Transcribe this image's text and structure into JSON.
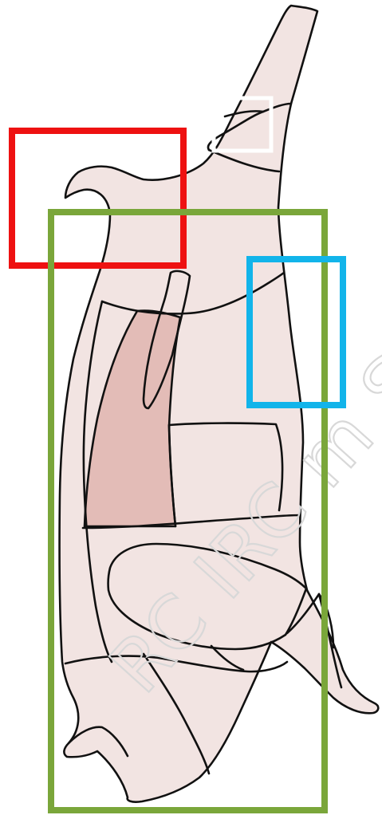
{
  "watermark": {
    "text": "RC IRC m Swin"
  },
  "colors": {
    "carcass_fill": "#f2e4e2",
    "highlight_fill": "#e3bcb7",
    "outline": "#111111",
    "watermark": "#d8d8d8",
    "box_red": "#ee1111",
    "box_green": "#7aa63a",
    "box_blue": "#12b4ea",
    "box_white": "#ffffff"
  },
  "boxes": [
    {
      "id": "red",
      "label": "red-box"
    },
    {
      "id": "green",
      "label": "green-box"
    },
    {
      "id": "blue",
      "label": "blue-box"
    },
    {
      "id": "white",
      "label": "white-box"
    }
  ]
}
